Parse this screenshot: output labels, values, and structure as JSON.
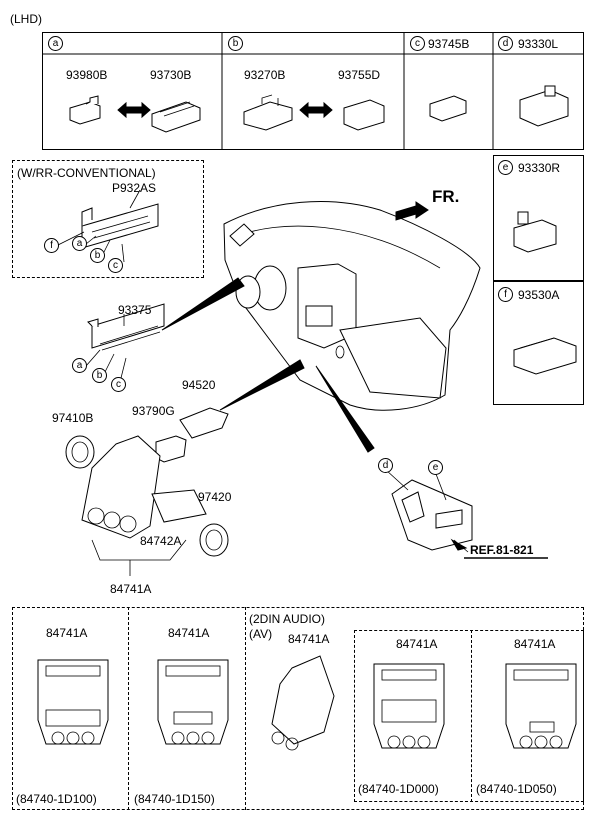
{
  "header": {
    "variant": "(LHD)"
  },
  "top_table": {
    "a": {
      "letter": "a",
      "parts": [
        "93980B",
        "93730B"
      ]
    },
    "b": {
      "letter": "b",
      "parts": [
        "93270B",
        "93755D"
      ]
    },
    "c": {
      "letter": "c",
      "part": "93745B"
    },
    "d": {
      "letter": "d",
      "part": "93330L"
    }
  },
  "side_panels": {
    "e": {
      "letter": "e",
      "part": "93330R"
    },
    "f": {
      "letter": "f",
      "part": "93530A"
    }
  },
  "main": {
    "conventional_label": "(W/RR-CONVENTIONAL)",
    "p932as": "P932AS",
    "fr": "FR.",
    "labels": {
      "p93375": "93375",
      "p94520": "94520",
      "p93790g": "93790G",
      "p97410b": "97410B",
      "p97420": "97420",
      "p84742a": "84742A",
      "p84741a": "84741A",
      "ref": "REF.81-821"
    },
    "callouts": [
      "a",
      "b",
      "c",
      "d",
      "e",
      "f"
    ]
  },
  "variants": {
    "audio_label": "(2DIN AUDIO)",
    "av_label": "(AV)",
    "items": [
      {
        "part": "84741A",
        "code": "(84740-1D100)"
      },
      {
        "part": "84741A",
        "code": "(84740-1D150)"
      },
      {
        "part": "84741A",
        "code": ""
      },
      {
        "part": "84741A",
        "code": "(84740-1D000)"
      },
      {
        "part": "84741A",
        "code": "(84740-1D050)"
      }
    ]
  }
}
